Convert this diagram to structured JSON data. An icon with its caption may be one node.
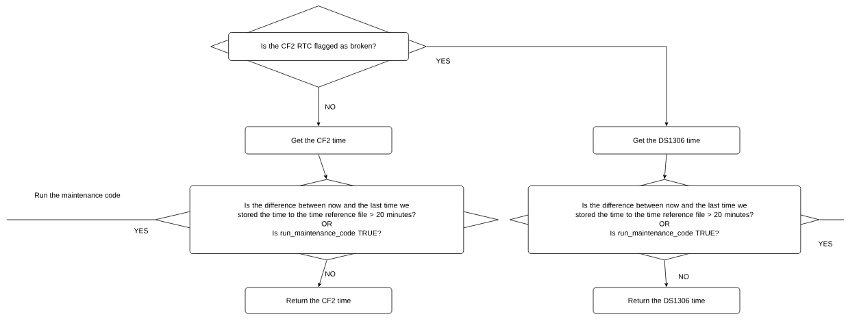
{
  "diagram": {
    "nodes": [
      {
        "text": [
          "Is the CF2 RTC flagged as broken?"
        ]
      },
      {
        "text": [
          "Get the CF2 time"
        ]
      },
      {
        "text": [
          "Get the DS1306 time"
        ]
      },
      {
        "text": [
          "Is the difference between now and the last time we stored the time to the time reference file > 20 minutes?",
          "OR",
          "Is run_maintenance_code TRUE?"
        ]
      },
      {
        "text": [
          "Is the difference between now and the last time we stored the time to the time reference file > 20 minutes?",
          "OR",
          "Is run_maintenance_code TRUE?"
        ]
      },
      {
        "text": [
          "Return the CF2 time"
        ]
      },
      {
        "text": [
          "Return the DS1306 time"
        ]
      }
    ],
    "edges": [
      {
        "from": 0,
        "to": 1,
        "arrow": "to",
        "label": "NO"
      },
      {
        "from": 0,
        "to": 2,
        "arrow": "to",
        "label": "YES"
      },
      {
        "from": 1,
        "to": 3,
        "arrow": "to"
      },
      {
        "from": 2,
        "to": 4,
        "arrow": "to"
      },
      {
        "from": 3,
        "to": 5,
        "arrow": "to",
        "label": "NO"
      },
      {
        "from": 4,
        "to": 6,
        "arrow": "to",
        "label": "NO"
      },
      {
        "from": 3,
        "to": null,
        "arrow": "none",
        "label": "YES"
      },
      {
        "from": 4,
        "to": null,
        "arrow": "none",
        "label": "YES"
      }
    ],
    "labels": [
      "Run the maintenance code"
    ]
  }
}
